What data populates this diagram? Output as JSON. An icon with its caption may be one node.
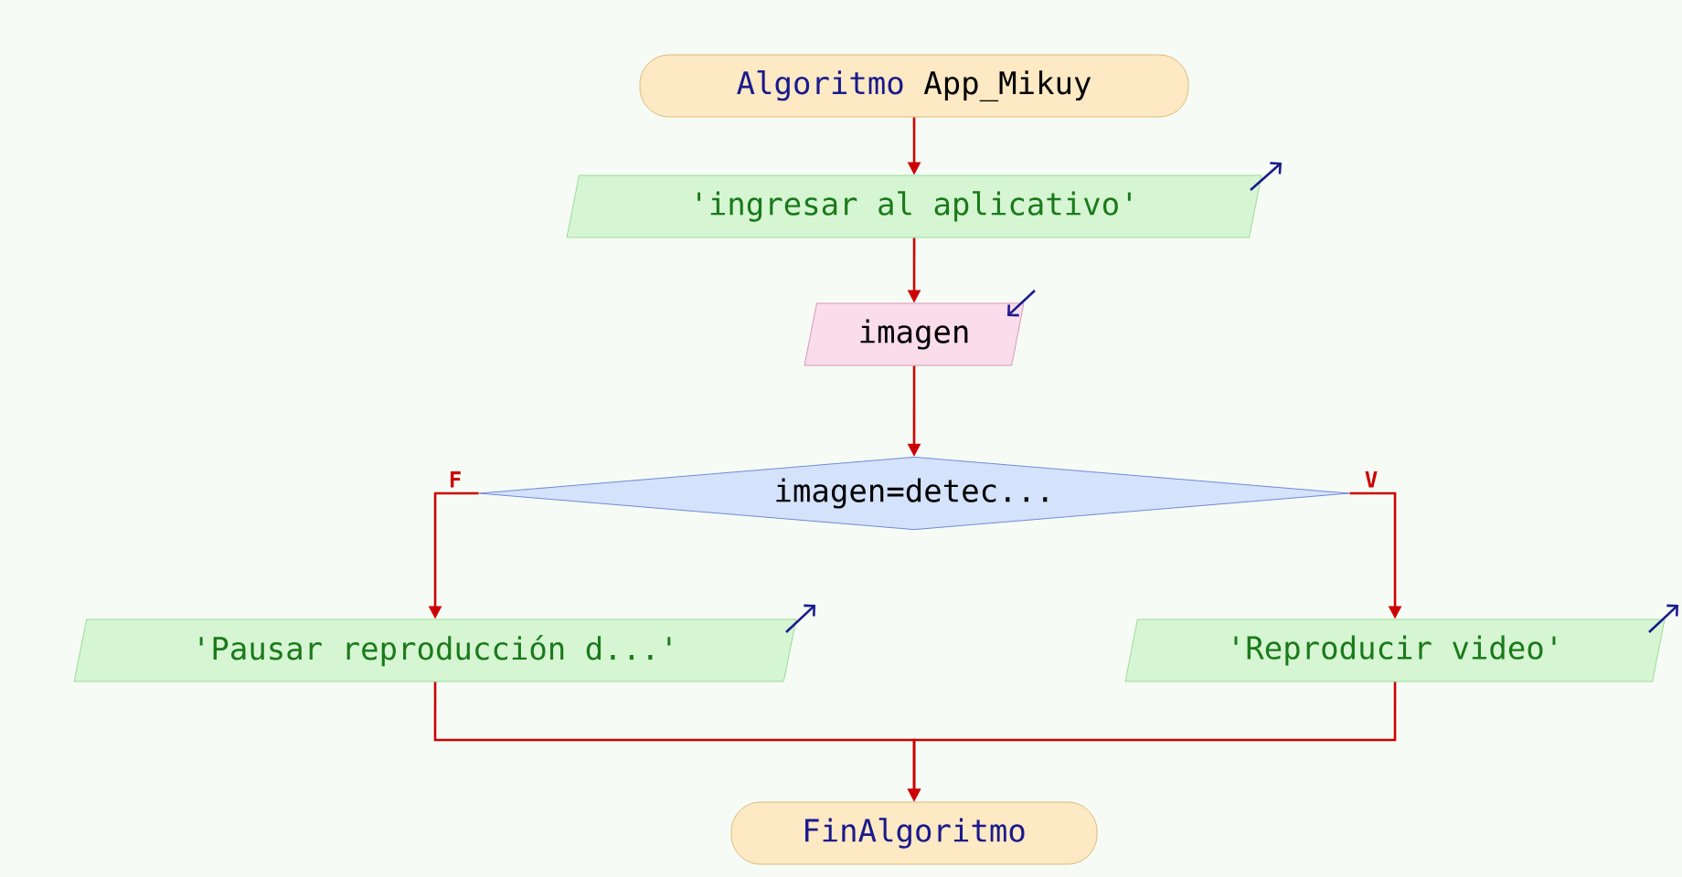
{
  "diagram": {
    "nodes": [
      {
        "text": [
          "Algoritmo",
          "App_Mikuy"
        ]
      },
      {
        "text": [
          "'ingresar al aplicativo'"
        ]
      },
      {
        "text": [
          "imagen"
        ]
      },
      {
        "text": [
          "imagen=detec..."
        ]
      },
      {
        "text": [
          "'Pausar reproducción d...'"
        ]
      },
      {
        "text": [
          "'Reproducir video'"
        ]
      },
      {
        "text": [
          "FinAlgoritmo"
        ]
      }
    ],
    "edges": [
      {
        "from": 0,
        "to": 1,
        "arrow": "to"
      },
      {
        "from": 1,
        "to": 2,
        "arrow": "to"
      },
      {
        "from": 2,
        "to": 3,
        "arrow": "to"
      },
      {
        "from": 3,
        "to": 4,
        "arrow": "to",
        "label": "F"
      },
      {
        "from": 3,
        "to": 5,
        "arrow": "to",
        "label": "V"
      },
      {
        "from": 4,
        "to": 6,
        "arrow": "to"
      },
      {
        "from": 5,
        "to": 6,
        "arrow": "to"
      }
    ]
  }
}
